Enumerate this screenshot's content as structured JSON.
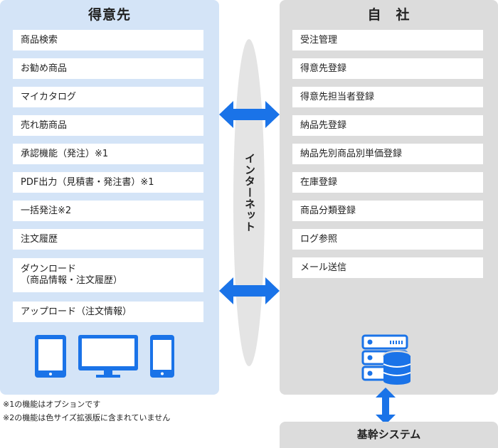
{
  "customer": {
    "title": "得意先",
    "items": [
      "商品検索",
      "お勧め商品",
      "マイカタログ",
      "売れ筋商品",
      "承認機能（発注）※1",
      "PDF出力（見積書・発注書）※1",
      "一括発注※2",
      "注文履歴",
      "ダウンロード\n（商品情報・注文履歴）",
      "アップロード（注文情報）"
    ]
  },
  "company": {
    "title": "自　社",
    "items": [
      "受注管理",
      "得意先登録",
      "得意先担当者登録",
      "納品先登録",
      "納品先別商品別単価登録",
      "在庫登録",
      "商品分類登録",
      "ログ参照",
      "メール送信"
    ]
  },
  "network": {
    "label": "インターネット"
  },
  "notes": [
    "※1の機能はオプションです",
    "※2の機能は色サイズ拡張版に含まれていません"
  ],
  "core_system": {
    "label": "基幹システム"
  },
  "icons": {
    "devices": [
      "tablet-icon",
      "monitor-icon",
      "smartphone-icon"
    ],
    "server": "server-database-icon",
    "arrows": "double-arrow-icon"
  },
  "colors": {
    "customer_panel": "#d4e4f7",
    "company_panel": "#dcdcdc",
    "accent_blue": "#1a73e8"
  }
}
